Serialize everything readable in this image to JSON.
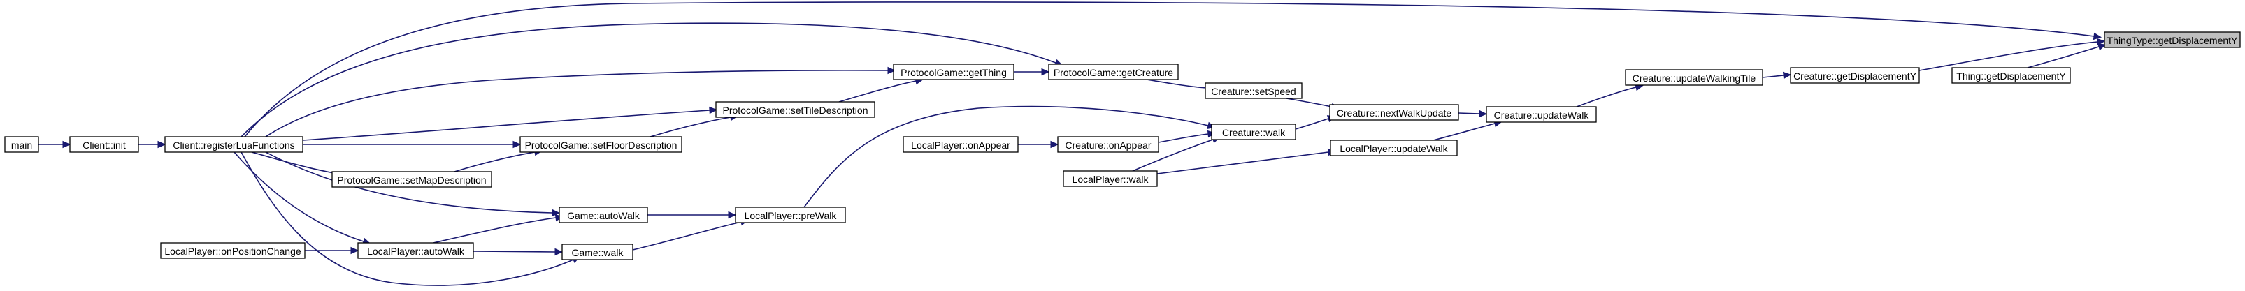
{
  "graph": {
    "edge_color": "#191970",
    "highlight_color": "#bfbfbf",
    "nodes": [
      {
        "id": "thingtype_getdisplacementy",
        "label": "ThingType::getDisplacementY",
        "highlight": true
      },
      {
        "id": "creature_getdisplacementy",
        "label": "Creature::getDisplacementY"
      },
      {
        "id": "thing_getdisplacementy",
        "label": "Thing::getDisplacementY"
      },
      {
        "id": "creature_updatewalkingtile",
        "label": "Creature::updateWalkingTile"
      },
      {
        "id": "creature_updatewalk",
        "label": "Creature::updateWalk"
      },
      {
        "id": "creature_nextwalkupdate",
        "label": "Creature::nextWalkUpdate"
      },
      {
        "id": "localplayer_updatewalk",
        "label": "LocalPlayer::updateWalk"
      },
      {
        "id": "creature_setspeed",
        "label": "Creature::setSpeed"
      },
      {
        "id": "creature_walk",
        "label": "Creature::walk"
      },
      {
        "id": "protocolgame_getcreature",
        "label": "ProtocolGame::getCreature"
      },
      {
        "id": "creature_onappear",
        "label": "Creature::onAppear"
      },
      {
        "id": "localplayer_onappear",
        "label": "LocalPlayer::onAppear"
      },
      {
        "id": "localplayer_walk",
        "label": "LocalPlayer::walk"
      },
      {
        "id": "protocolgame_getthing",
        "label": "ProtocolGame::getThing"
      },
      {
        "id": "protocolgame_settiledescription",
        "label": "ProtocolGame::setTileDescription"
      },
      {
        "id": "protocolgame_setfloordescription",
        "label": "ProtocolGame::setFloorDescription"
      },
      {
        "id": "protocolgame_setmapdescription",
        "label": "ProtocolGame::setMapDescription"
      },
      {
        "id": "localplayer_prewalk",
        "label": "LocalPlayer::preWalk"
      },
      {
        "id": "game_autowalk",
        "label": "Game::autoWalk"
      },
      {
        "id": "game_walk",
        "label": "Game::walk"
      },
      {
        "id": "localplayer_autowalk",
        "label": "LocalPlayer::autoWalk"
      },
      {
        "id": "localplayer_onpositionchange",
        "label": "LocalPlayer::onPositionChange"
      },
      {
        "id": "client_registerluafunctions",
        "label": "Client::registerLuaFunctions"
      },
      {
        "id": "client_init",
        "label": "Client::init"
      },
      {
        "id": "main",
        "label": "main"
      }
    ],
    "edges": [
      {
        "from": "creature_getdisplacementy",
        "to": "thingtype_getdisplacementy"
      },
      {
        "from": "thing_getdisplacementy",
        "to": "thingtype_getdisplacementy"
      },
      {
        "from": "client_registerluafunctions",
        "to": "thingtype_getdisplacementy"
      },
      {
        "from": "creature_updatewalkingtile",
        "to": "creature_getdisplacementy"
      },
      {
        "from": "creature_updatewalk",
        "to": "creature_updatewalkingtile"
      },
      {
        "from": "creature_nextwalkupdate",
        "to": "creature_updatewalk"
      },
      {
        "from": "localplayer_updatewalk",
        "to": "creature_updatewalk"
      },
      {
        "from": "creature_setspeed",
        "to": "creature_nextwalkupdate"
      },
      {
        "from": "creature_walk",
        "to": "creature_nextwalkupdate"
      },
      {
        "from": "protocolgame_getcreature",
        "to": "creature_setspeed"
      },
      {
        "from": "creature_onappear",
        "to": "creature_walk"
      },
      {
        "from": "localplayer_walk",
        "to": "creature_walk"
      },
      {
        "from": "localplayer_prewalk",
        "to": "creature_walk"
      },
      {
        "from": "localplayer_walk",
        "to": "localplayer_updatewalk"
      },
      {
        "from": "localplayer_onappear",
        "to": "creature_onappear"
      },
      {
        "from": "protocolgame_getthing",
        "to": "protocolgame_getcreature"
      },
      {
        "from": "client_registerluafunctions",
        "to": "protocolgame_getcreature"
      },
      {
        "from": "protocolgame_settiledescription",
        "to": "protocolgame_getthing"
      },
      {
        "from": "client_registerluafunctions",
        "to": "protocolgame_getthing"
      },
      {
        "from": "protocolgame_setfloordescription",
        "to": "protocolgame_settiledescription"
      },
      {
        "from": "client_registerluafunctions",
        "to": "protocolgame_settiledescription"
      },
      {
        "from": "protocolgame_setmapdescription",
        "to": "protocolgame_setfloordescription"
      },
      {
        "from": "client_registerluafunctions",
        "to": "protocolgame_setfloordescription"
      },
      {
        "from": "client_registerluafunctions",
        "to": "protocolgame_setmapdescription"
      },
      {
        "from": "game_autowalk",
        "to": "localplayer_prewalk"
      },
      {
        "from": "game_walk",
        "to": "localplayer_prewalk"
      },
      {
        "from": "localplayer_autowalk",
        "to": "game_autowalk"
      },
      {
        "from": "client_registerluafunctions",
        "to": "game_autowalk"
      },
      {
        "from": "localplayer_autowalk",
        "to": "game_walk"
      },
      {
        "from": "client_registerluafunctions",
        "to": "game_walk"
      },
      {
        "from": "localplayer_onpositionchange",
        "to": "localplayer_autowalk"
      },
      {
        "from": "client_registerluafunctions",
        "to": "localplayer_autowalk"
      },
      {
        "from": "client_init",
        "to": "client_registerluafunctions"
      },
      {
        "from": "main",
        "to": "client_init"
      }
    ]
  }
}
